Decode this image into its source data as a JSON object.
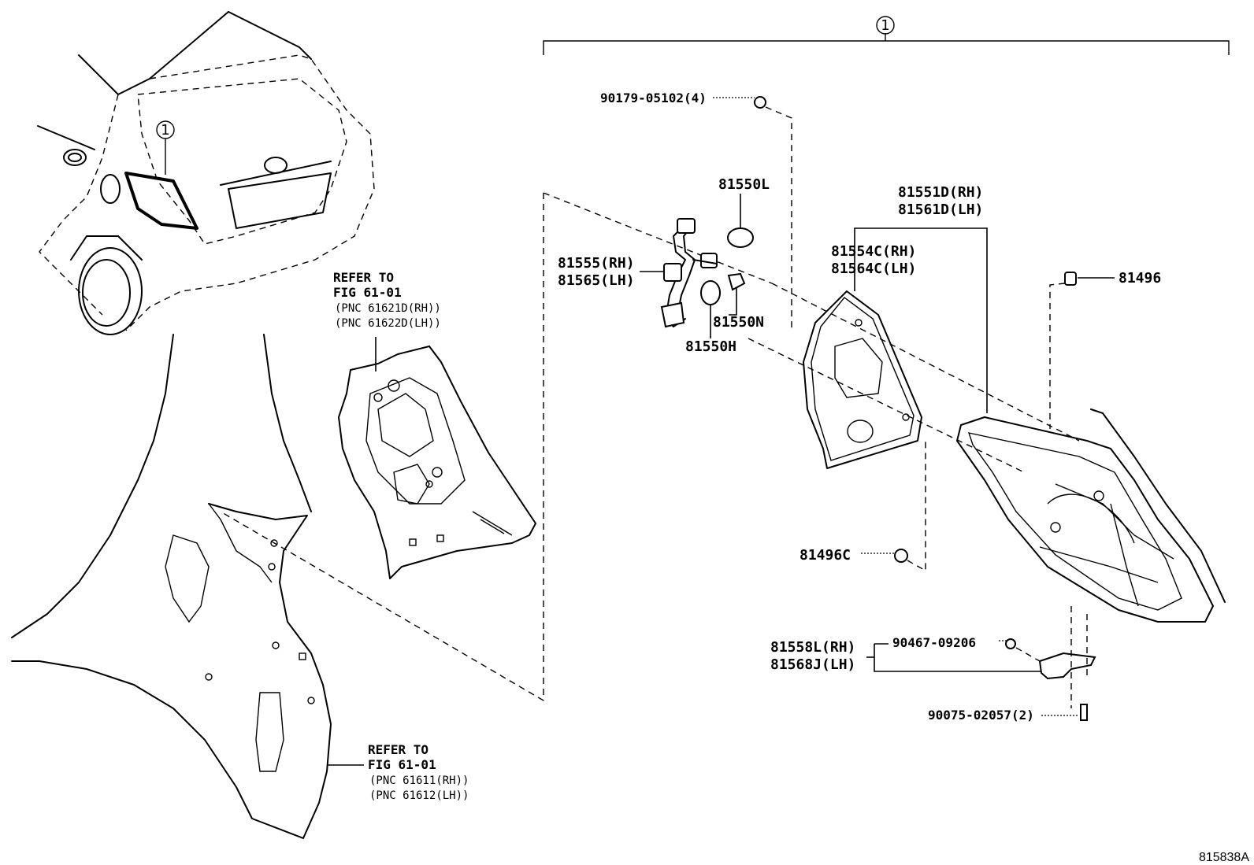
{
  "callout_top": "1",
  "callout_car": "1",
  "labels": {
    "p90179": "90179-05102(4)",
    "p81550L": "81550L",
    "p81551D": "81551D(RH)",
    "p81561D": "81561D(LH)",
    "p81554C": "81554C(RH)",
    "p81564C": "81564C(LH)",
    "p81496": "81496",
    "p81555": "81555(RH)",
    "p81565": "81565(LH)",
    "p81550N": "81550N",
    "p81550H": "81550H",
    "p81496C": "81496C",
    "p81558L": "81558L(RH)",
    "p81568J": "81568J(LH)",
    "p90467": "90467-09206",
    "p90075": "90075-02057(2)"
  },
  "refer1": {
    "line1": "REFER TO",
    "line2": "FIG 61-01",
    "line3": "(PNC 61621D(RH))",
    "line4": "(PNC 61622D(LH))"
  },
  "refer2": {
    "line1": "REFER TO",
    "line2": "FIG 61-01",
    "line3": "(PNC 61611(RH))",
    "line4": "(PNC 61612(LH))"
  },
  "figure_id": "815838A"
}
